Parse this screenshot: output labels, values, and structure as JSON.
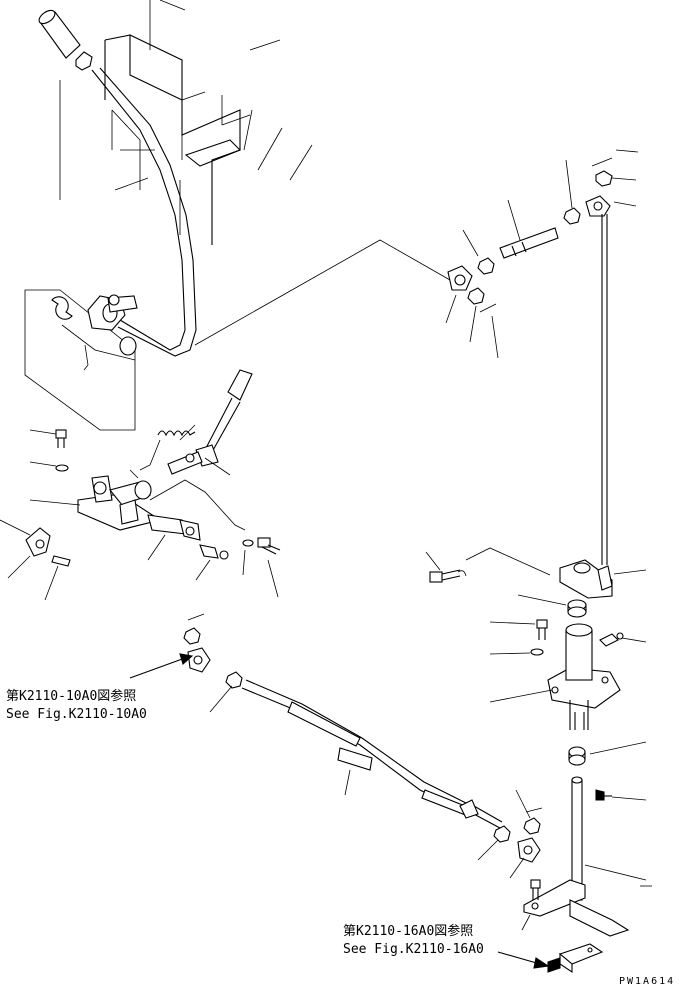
{
  "references": [
    {
      "jp": "第K2110-10A0図参照",
      "en": "See Fig.K2110-10A0"
    },
    {
      "jp": "第K2110-16A0図参照",
      "en": "See Fig.K2110-16A0"
    }
  ],
  "drawing_code": "PW1A614"
}
